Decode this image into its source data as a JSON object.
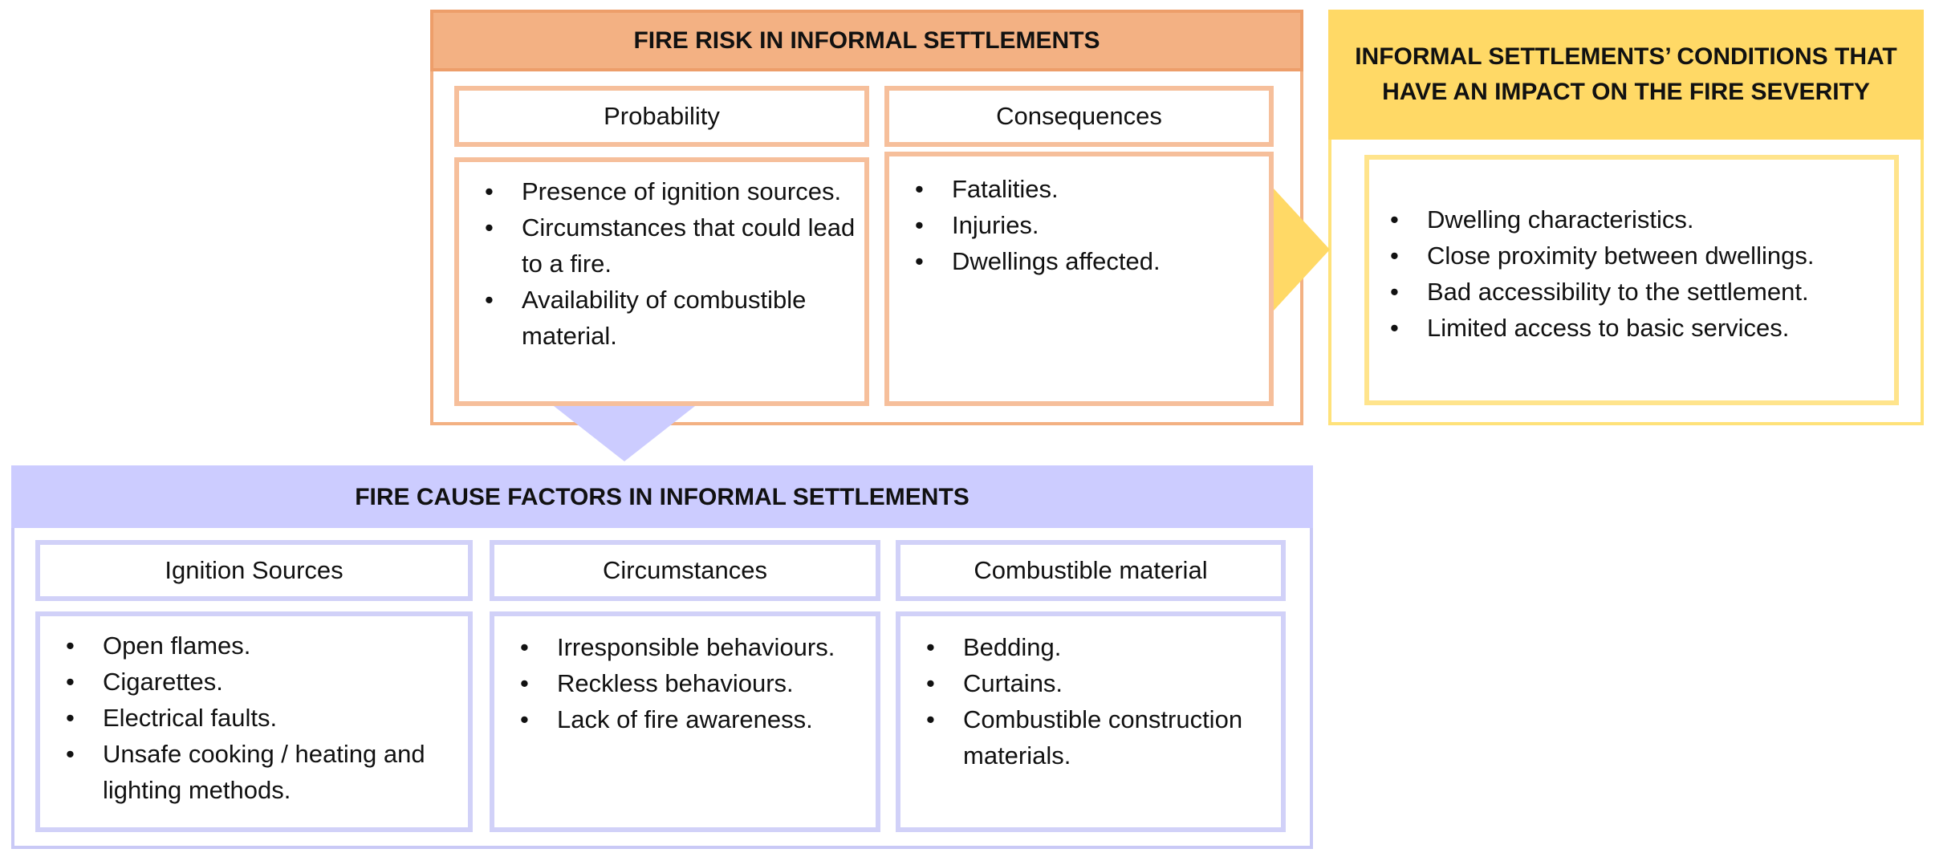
{
  "fire_risk": {
    "title": "FIRE RISK IN INFORMAL SETTLEMENTS",
    "probability": {
      "label": "Probability",
      "items": [
        "Presence of ignition sources.",
        "Circumstances that could lead to a fire.",
        "Availability of combustible material."
      ]
    },
    "consequences": {
      "label": "Consequences",
      "items": [
        "Fatalities.",
        "Injuries.",
        "Dwellings affected."
      ]
    }
  },
  "conditions": {
    "title": "INFORMAL SETTLEMENTS’ CONDITIONS THAT HAVE AN IMPACT ON THE FIRE SEVERITY",
    "items": [
      "Dwelling characteristics.",
      "Close proximity between dwellings.",
      "Bad accessibility to the settlement.",
      "Limited access to basic services."
    ]
  },
  "fire_causes": {
    "title": "FIRE CAUSE FACTORS IN INFORMAL SETTLEMENTS",
    "ignition": {
      "label": "Ignition Sources",
      "items": [
        "Open flames.",
        "Cigarettes.",
        "Electrical faults.",
        "Unsafe cooking / heating and lighting methods."
      ]
    },
    "circumstances": {
      "label": "Circumstances",
      "items": [
        "Irresponsible behaviours.",
        "Reckless behaviours.",
        "Lack of fire awareness."
      ]
    },
    "combustible": {
      "label": "Combustible material",
      "items": [
        "Bedding.",
        "Curtains.",
        "Combustible construction materials."
      ]
    }
  },
  "colors": {
    "risk_header": "#F3B183",
    "risk_border": "#F6BF9B",
    "conditions_header": "#FFD966",
    "conditions_border": "#FFE48C",
    "causes_header": "#CCCCFF",
    "causes_border": "#D1D1F8"
  }
}
